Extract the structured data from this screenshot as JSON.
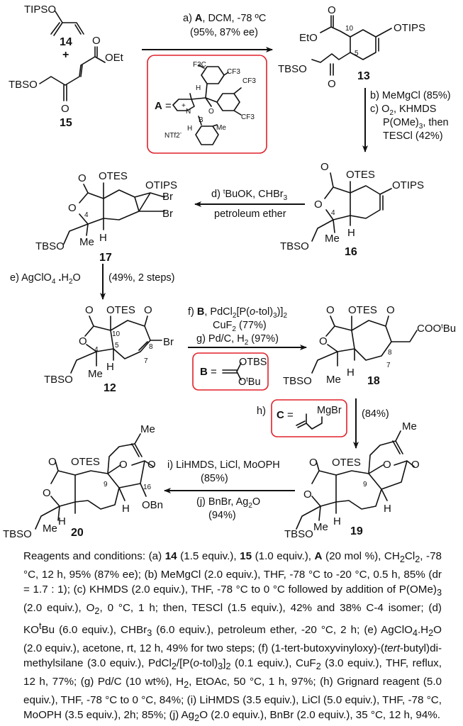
{
  "compounds": {
    "c14": {
      "label": "14",
      "groups": [
        "TIPSO"
      ]
    },
    "plus": "+",
    "c15": {
      "label": "15",
      "groups": [
        "TBSO",
        "O",
        "O",
        "OEt"
      ]
    },
    "c13": {
      "label": "13",
      "groups": [
        "EtO",
        "O",
        "OTIPS",
        "TBSO",
        "O"
      ],
      "locants": [
        "10",
        "5"
      ]
    },
    "c16": {
      "label": "16",
      "groups": [
        "O",
        "OTES",
        "OTIPS",
        "O",
        "TBSO",
        "Me",
        "H"
      ],
      "locants": [
        "4"
      ]
    },
    "c17": {
      "label": "17",
      "groups": [
        "O",
        "OTES",
        "OTIPS",
        "Br",
        "Br",
        "O",
        "TBSO",
        "Me",
        "H"
      ],
      "locants": [
        "4"
      ]
    },
    "c12": {
      "label": "12",
      "groups": [
        "O",
        "OTES",
        "O",
        "Br",
        "O",
        "TBSO",
        "Me",
        "H"
      ],
      "locants": [
        "10",
        "5",
        "4",
        "8",
        "7"
      ]
    },
    "c18": {
      "label": "18",
      "groups": [
        "O",
        "OTES",
        "O",
        "COO",
        "t",
        "Bu",
        "O",
        "TBSO",
        "Me",
        "H"
      ],
      "locants": [
        "8",
        "7"
      ]
    },
    "c19": {
      "label": "19",
      "groups": [
        "Me",
        "O",
        "OTES",
        "O",
        "O",
        "O",
        "TBSO",
        "Me",
        "H",
        "H"
      ],
      "locants": [
        "9"
      ]
    },
    "c20": {
      "label": "20",
      "groups": [
        "Me",
        "O",
        "OTES",
        "O",
        "O",
        "O",
        "TBSO",
        "Me",
        "H",
        "H",
        "OBn"
      ],
      "locants": [
        "9",
        "16"
      ]
    }
  },
  "steps": {
    "a": {
      "line1_pre": "a) ",
      "line1_bold": "A",
      "line1_post": ", DCM, -78 ºC",
      "line2": "(95%, 87% ee)"
    },
    "bc": {
      "line1": "b) MeMgCl (85%)",
      "line2_pre": "c) O",
      "line2_sub": "2",
      "line2_post": ", KHMDS",
      "line3_pre": "P(OMe)",
      "line3_sub": "3",
      "line3_post": ", then",
      "line4": "TESCl (42%)"
    },
    "d": {
      "line1_pre": "d) ",
      "line1_sup": "t",
      "line1_mid": "BuOK, CHBr",
      "line1_sub": "3",
      "line2": "petroleum ether"
    },
    "e": {
      "left_pre": "e) AgClO",
      "left_sub": "4",
      "left_dot": " .",
      "left_h": "H",
      "left_sub2": "2",
      "left_o": "O",
      "right": "(49%, 2 steps)"
    },
    "fg": {
      "line1_pre": "f) ",
      "line1_bold": "B",
      "line1_mid": ", PdCl",
      "line1_sub": "2",
      "line1_mid2": "[P(",
      "line1_ital": "o",
      "line1_mid3": "-tol)",
      "line1_sub2": "3",
      "line1_mid4": ")]",
      "line1_sub3": "2",
      "line2_pre": "CuF",
      "line2_sub": "2",
      "line2_post": " (77%)",
      "line3_pre": "g) Pd/C, H",
      "line3_sub": "2",
      "line3_post": " (97%)"
    },
    "h": {
      "label": "h)",
      "yield": "(84%)"
    },
    "ij": {
      "line1": "i) LiHMDS, LiCl, MoOPH",
      "line2": "(85%)",
      "line3_pre": "(j) BnBr, Ag",
      "line3_sub": "2",
      "line3_post": "O",
      "line4": "(94%)"
    }
  },
  "catalysts": {
    "A": {
      "name": "A",
      "eq": " =",
      "groups": [
        "F3C",
        "CF3",
        "CF3",
        "CF3",
        "H",
        "N",
        "+",
        "B",
        "O",
        "H",
        "NTf2",
        "-",
        "Me"
      ]
    },
    "B": {
      "name": "B",
      "eq": " =",
      "groups": [
        "OTBS",
        "O",
        "t",
        "Bu"
      ]
    },
    "C": {
      "name": "C",
      "eq": " =",
      "groups": [
        "MgBr"
      ]
    }
  },
  "colors": {
    "box": "#e0202a",
    "ink": "#111111"
  },
  "caption": {
    "intro": "Reagents and conditions: (a) ",
    "a_14": "14",
    "a_t1": " (1.5 equiv.), ",
    "a_15": "15",
    "a_t2": " (1.0 equiv.), ",
    "a_A": "A",
    "a_t3": " (20 mol %), CH",
    "s1": "2",
    "a_t4": "Cl",
    "s2": "2",
    "a_t5": ", -78 °C, 12 h, 95% (87% ee); (b) MeMgCl (2.0 equiv.), THF, -78 °C to -20 °C, 0.5 h, 85% (dr = 1.7 : 1); (c) KHMDS (2.0 equiv.), THF, -78 °C to 0 °C followed by addition of P(OMe)",
    "s3": "3",
    "c_t2": " (2.0 equiv.), O",
    "s4": "2",
    "c_t3": ", 0 °C, 1 h; then, TESCl (1.5 equiv.), 42% and 38% C-4 isomer; (d) KO",
    "sup_t": "t",
    "d_t1": "Bu (6.0 equiv.), CHBr",
    "s5": "3",
    "d_t2": " (6.0 equiv.), petroleum ether, -20 °C, 2 h; (e) AgClO",
    "s6": "4",
    "e_t1": ".H",
    "s7": "2",
    "e_t2": "O (2.0 equiv.), acetone, rt, 12 h, 49% for two steps; (f) (1-tert-butoxyvinyloxy)-(",
    "f_ital": "tert",
    "f_t1": "-butyl)di-methylsilane (3.0 equiv.), PdCl",
    "s8": "2",
    "f_t2": "/[P(",
    "f_ital2": "o",
    "f_t3": "-tol)",
    "s9": "3",
    "f_t4": "]",
    "s10": "2",
    "f_t5": " (0.1 equiv.), CuF",
    "s11": "2",
    "f_t6": " (3.0 equiv.), THF, reflux, 12 h, 77%; (g) Pd/C (10 wt%), H",
    "s12": "2",
    "g_t1": ", EtOAc, 50 °C, 1 h, 97%; (h) Grignard reagent (5.0 equiv.), THF, -78 °C to 0 °C, 84%; (i) LiHMDS (3.5 equiv.), LiCl (5.0 equiv.), THF, -78 °C, MoOPH (3.5 equiv.), 2h; 85%; (j) Ag",
    "s13": "2",
    "j_t1": "O (2.0 equiv.), BnBr (2.0 equiv.), 35 °C, 12 h, 94%."
  }
}
